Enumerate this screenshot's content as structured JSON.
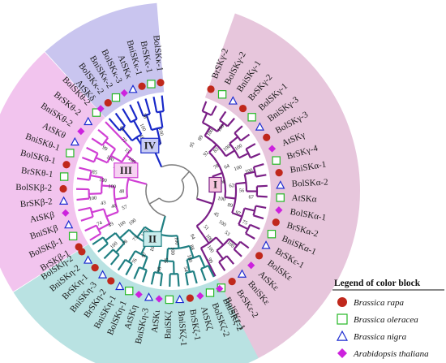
{
  "groups": [
    {
      "id": "I",
      "label": "I",
      "sector_color": "#e7c6dc",
      "line_color": "#7a1f86",
      "box_fill": "#f6c6de",
      "box_stroke": "#7a1f86",
      "leaves": [
        "BrSKγ-2",
        "BolSKγ-2",
        "BniSKγ-1",
        "BrSKγ-2",
        "BolSKγ-1",
        "BniSKγ-3",
        "BolSKγ-3",
        "AtSKγ",
        "BrSKγ-4",
        "BniSKα-1",
        "BolSKα-2",
        "AtSKα",
        "BolSKα-1",
        "BrSKα-2",
        "BniSKα-1",
        "BrSKε-1",
        "BolSKε",
        "AtSKε",
        "BniSKε",
        "BrSKε-2",
        "BolSKε-1"
      ],
      "markers": [
        "rapa",
        "oleracea",
        "nigra",
        "rapa",
        "oleracea",
        "nigra",
        "rapa",
        "thaliana",
        "oleracea",
        "rapa",
        "nigra",
        "oleracea",
        "thaliana",
        "rapa",
        "oleracea",
        "nigra",
        "rapa",
        "thaliana",
        "nigra",
        "rapa",
        "oleracea"
      ]
    },
    {
      "id": "II",
      "label": "II",
      "sector_color": "#b9e2e2",
      "line_color": "#1f7f82",
      "box_fill": "#c9ecec",
      "box_stroke": "#1f7f82",
      "leaves": [
        "BniSKζ-2",
        "BolSKζ-2",
        "AtSKζ",
        "BrSKζ-1",
        "BniSKζ-1",
        "BniSKζ",
        "AtSKι",
        "BniSKη-3",
        "AtSKη",
        "BolSKη-1",
        "BniSKη-1",
        "BrSKη-2",
        "BniSKη-3",
        "BrSKη-1",
        "BniSKη-2",
        "BolSKη-2"
      ],
      "markers": [
        "thaliana",
        "oleracea",
        "thaliana",
        "rapa",
        "nigra",
        "oleracea",
        "thaliana",
        "nigra",
        "thaliana",
        "oleracea",
        "nigra",
        "rapa",
        "nigra",
        "rapa",
        "nigra",
        "rapa"
      ]
    },
    {
      "id": "III",
      "label": "III",
      "sector_color": "#f2c4ee",
      "line_color": "#d03fd4",
      "box_fill": "#f6d2f2",
      "box_stroke": "#d03fd4",
      "leaves": [
        "BrSKβ-1",
        "BolSKβ-1",
        "BniSKβ",
        "AtSKβ",
        "BrSKβ-2",
        "BolSKβ-2",
        "BrSKθ-1",
        "BolSKθ-1",
        "BniSKθ-1",
        "AtSKθ",
        "BniSKθ-2",
        "BrSKθ-2",
        "BolSKθ-2"
      ],
      "markers": [
        "rapa",
        "oleracea",
        "nigra",
        "thaliana",
        "nigra",
        "rapa",
        "oleracea",
        "rapa",
        "oleracea",
        "nigra",
        "thaliana",
        "nigra",
        "oleracea"
      ]
    },
    {
      "id": "IV",
      "label": "IV",
      "sector_color": "#c9c5ef",
      "line_color": "#1828c8",
      "box_fill": "#c9cdf4",
      "box_stroke": "#1828c8",
      "leaves": [
        "AtSKδ",
        "BolSKκ-2",
        "BniSKκ-2",
        "BolSKκ-3",
        "AtSKκ",
        "BniSKκ-1",
        "BrSKκ-1",
        "BolSKκ-1"
      ],
      "markers": [
        "thaliana",
        "rapa",
        "oleracea",
        "thaliana",
        "nigra",
        "rapa",
        "oleracea",
        "rapa"
      ]
    }
  ],
  "bootstrap": [
    "95",
    "89",
    "100",
    "100",
    "92",
    "83",
    "100",
    "100",
    "78",
    "64",
    "100",
    "100",
    "100",
    "62",
    "56",
    "67",
    "100",
    "89",
    "97",
    "75",
    "45",
    "100",
    "53",
    "100",
    "51",
    "100",
    "100",
    "99",
    "94",
    "88",
    "100",
    "54",
    "100",
    "100",
    "95",
    "98",
    "75",
    "100",
    "97",
    "76",
    "100",
    "75",
    "78",
    "100",
    "100",
    "100",
    "49",
    "74",
    "57",
    "46",
    "43",
    "100",
    "48",
    "100",
    "100",
    "85",
    "89",
    "100",
    "100",
    "99",
    "100",
    "15",
    "77",
    "61",
    "100",
    "100",
    "100",
    "58",
    "92",
    "100"
  ],
  "legend": {
    "title": "Legend of color block",
    "items": [
      {
        "key": "rapa",
        "label": "Brassica rapa",
        "color": "#c0281c",
        "shape": "circle"
      },
      {
        "key": "oleracea",
        "label": "Brassica oleracea",
        "color": "#26b826",
        "shape": "square"
      },
      {
        "key": "nigra",
        "label": "Brassica nigra",
        "color": "#1c2bd0",
        "shape": "triangle"
      },
      {
        "key": "thaliana",
        "label": "Arabidopsis thaliana",
        "color": "#cc22dd",
        "shape": "diamond"
      }
    ]
  }
}
